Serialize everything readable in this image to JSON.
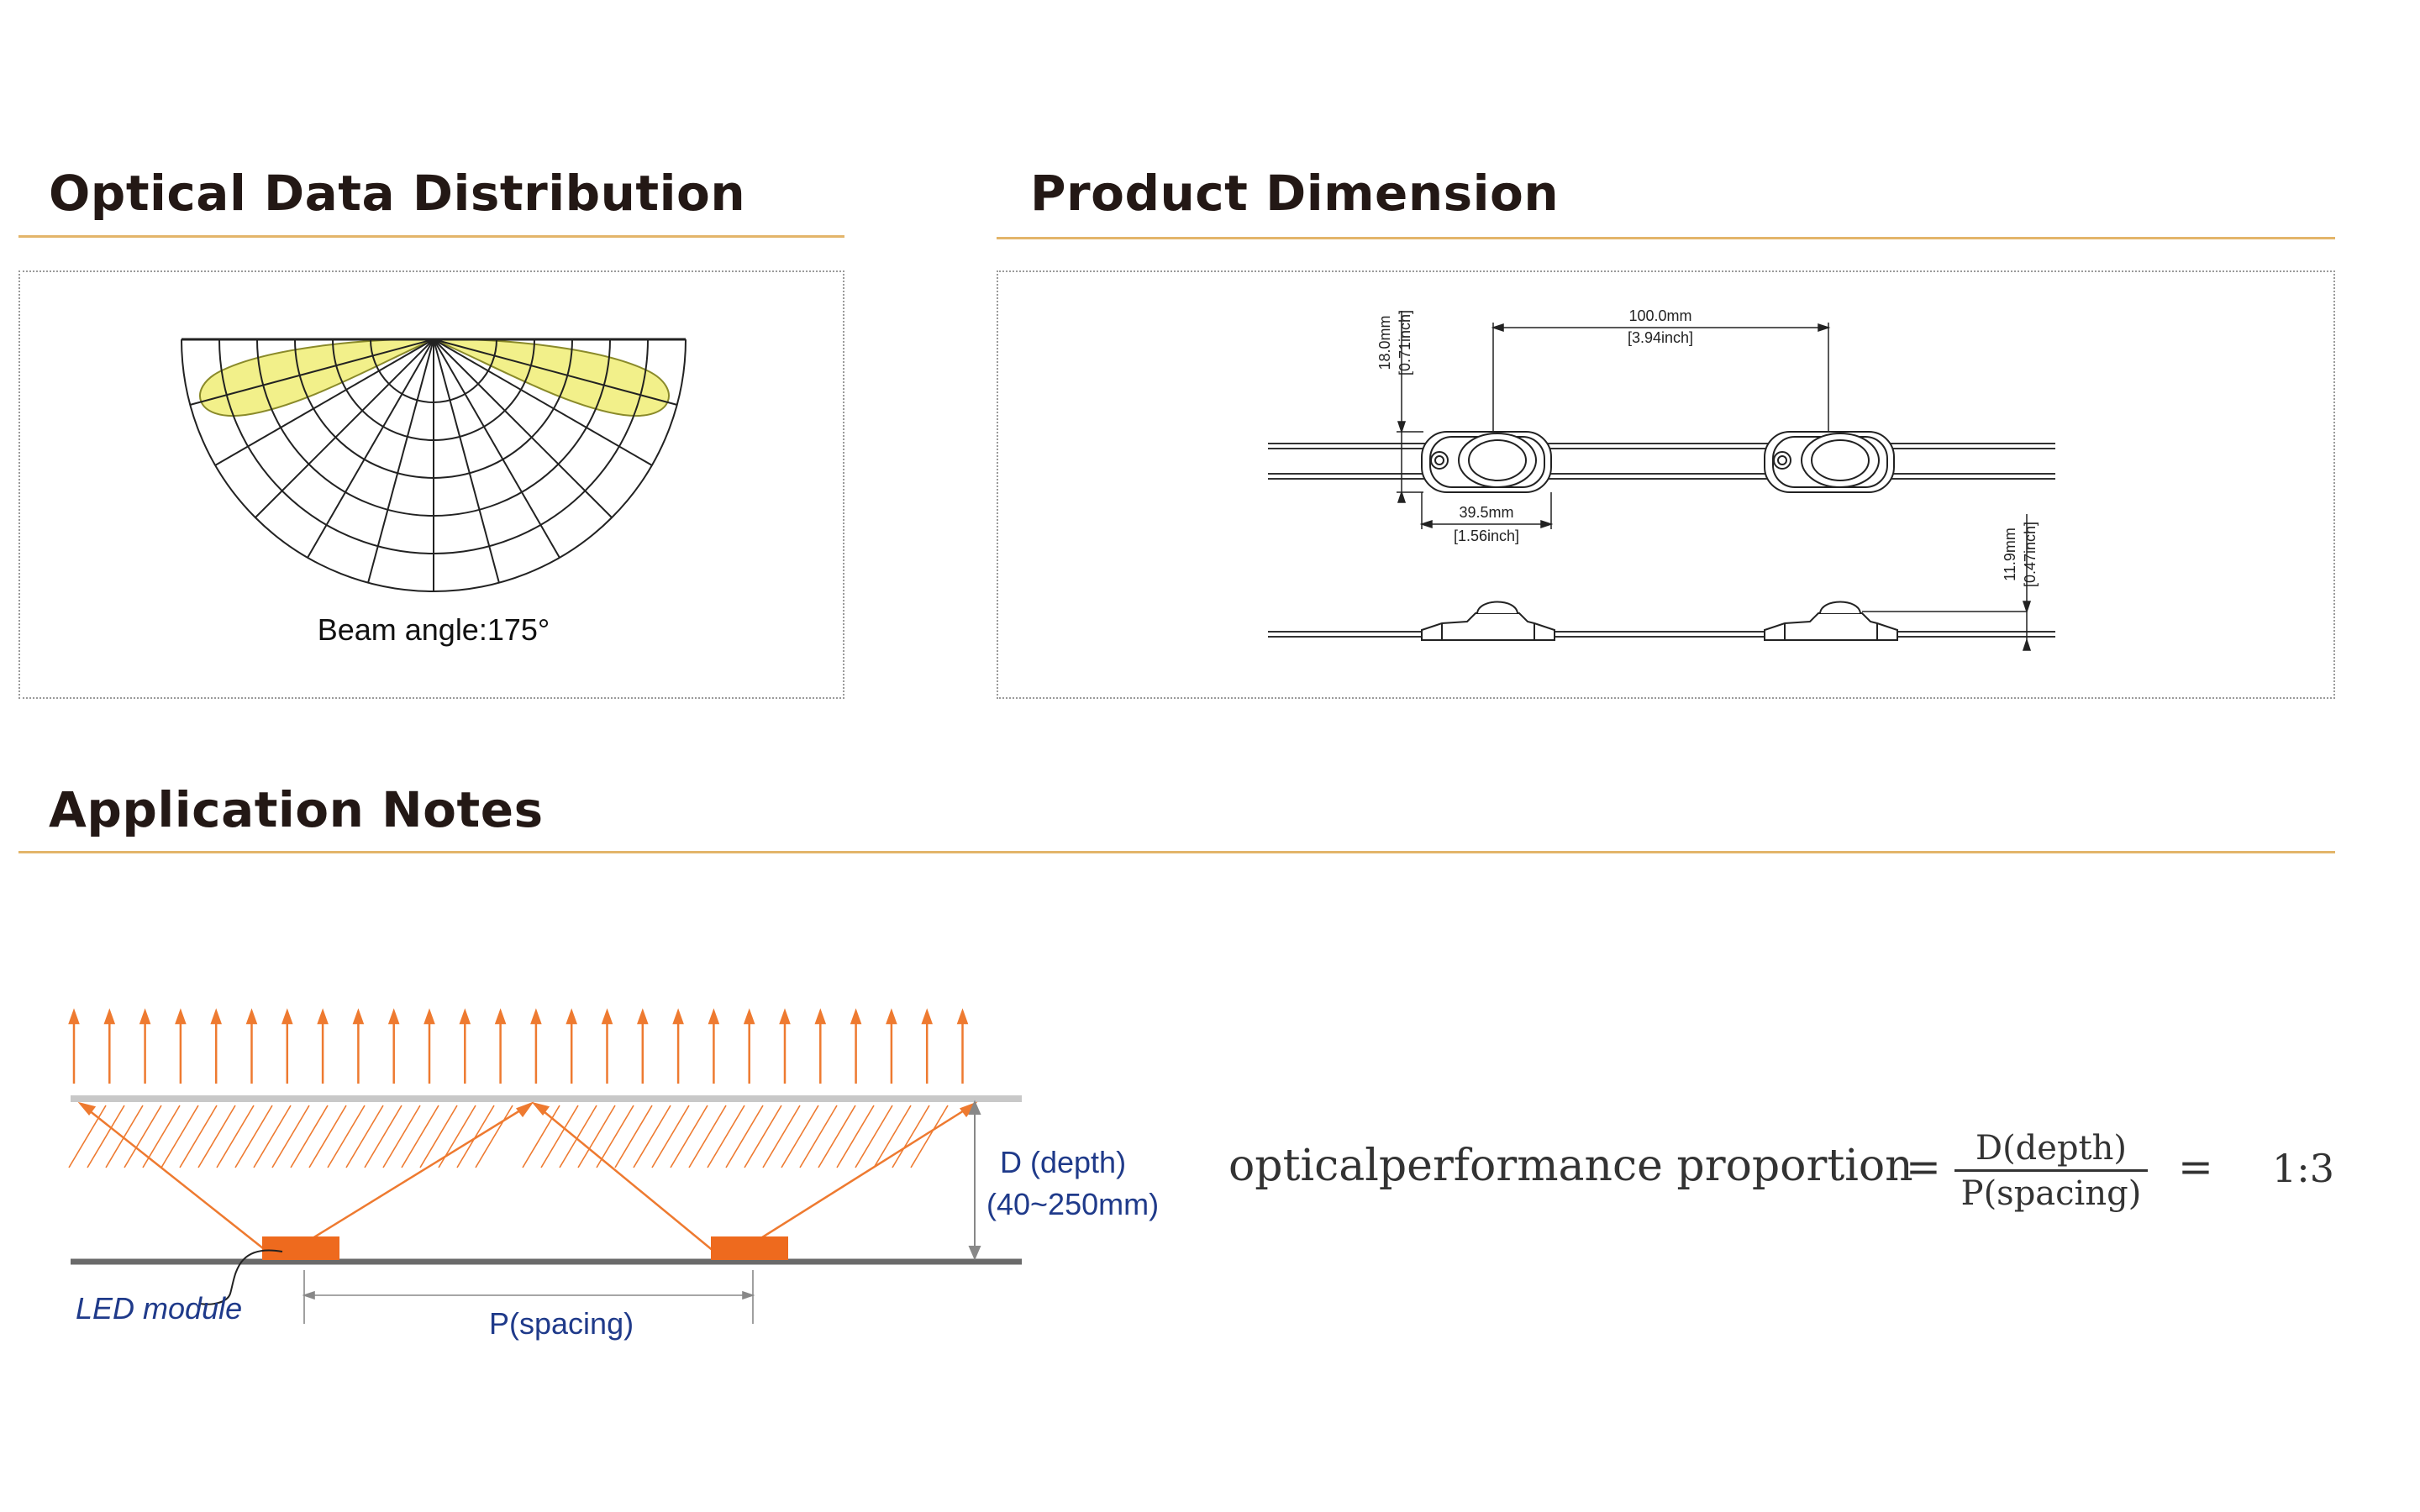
{
  "sections": {
    "optical": {
      "title": "Optical Data Distribution",
      "beam_label": "Beam angle:175°"
    },
    "dimension": {
      "title": "Product Dimension",
      "dims": {
        "pitch_mm": "100.0mm",
        "pitch_in": "[3.94inch]",
        "width_mm": "39.5mm",
        "width_in": "[1.56inch]",
        "height_mm": "18.0mm",
        "height_in": "[0.71inch]",
        "thick_mm": "11.9mm",
        "thick_in": "[0.47inch]"
      }
    },
    "application": {
      "title": "Application Notes",
      "depth_label": "D (depth)",
      "depth_range": "(40~250mm)",
      "led_label": "LED module",
      "spacing_label": "P(spacing)",
      "formula": {
        "text": "opticalperformance proportion",
        "eq1": "=",
        "numerator": "D(depth)",
        "denominator": "P(spacing)",
        "eq2": "=",
        "ratio": "1:3"
      }
    }
  },
  "colors": {
    "heading": "#231815",
    "rule": "#e3b56a",
    "beam_fill": "#f2f08a",
    "led": "#ee6a1e",
    "arrow": "#ee7a30",
    "label_blue": "#1f3a8a"
  }
}
